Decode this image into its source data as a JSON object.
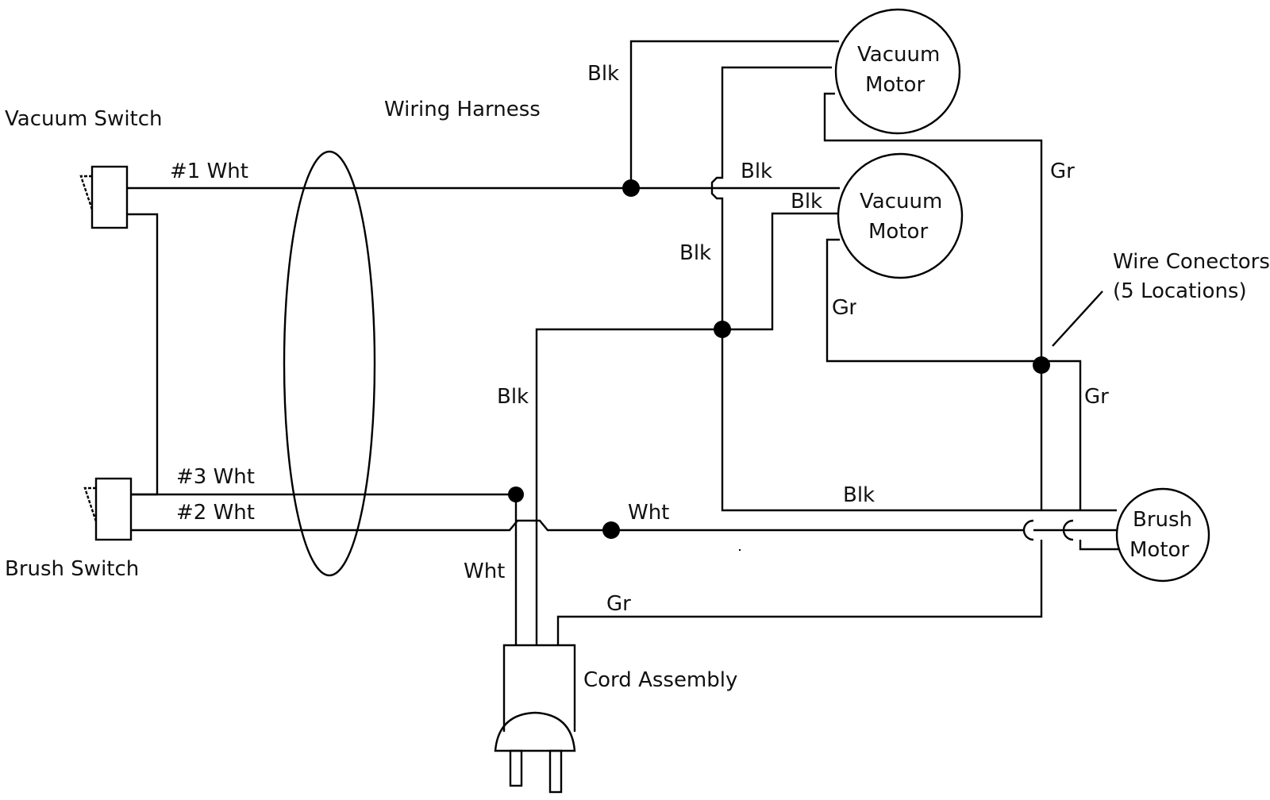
{
  "title_labels": {
    "vacuum_switch": "Vacuum Switch",
    "brush_switch": "Brush Switch",
    "wiring_harness": "Wiring Harness",
    "cord_assembly": "Cord Assembly",
    "wire_connectors_line1": "Wire Conectors",
    "wire_connectors_line2": "(5 Locations)"
  },
  "components": {
    "vacuum_motor_1": {
      "line1": "Vacuum",
      "line2": "Motor"
    },
    "vacuum_motor_2": {
      "line1": "Vacuum",
      "line2": "Motor"
    },
    "brush_motor": {
      "line1": "Brush",
      "line2": "Motor"
    }
  },
  "wire_labels": {
    "w1_wht": "#1 Wht",
    "w3_wht": "#3 Wht",
    "w2_wht": "#2 Wht",
    "blk_top_left": "Blk",
    "blk_mid_right": "Blk",
    "blk_motor2_feed": "Blk",
    "blk_vertical": "Blk",
    "blk_cord": "Blk",
    "blk_bottom": "Blk",
    "wht_main": "Wht",
    "wht_cord": "Wht",
    "gr_right_top": "Gr",
    "gr_motor2": "Gr",
    "gr_right_bottom": "Gr",
    "gr_cord": "Gr"
  }
}
